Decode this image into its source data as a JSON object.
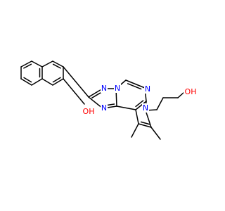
{
  "colors": {
    "background": "#ffffff",
    "bond": "#000000",
    "oxygen": "#ff0000",
    "nitrogen": "#0000ff"
  },
  "labels": {
    "naphthol_oh": "OH",
    "triazole_n_top": "N",
    "triazole_n_right": "N",
    "triazole_n_bottom": "N",
    "pyrimidine_n": "N",
    "pyrrole_n": "N",
    "propyl_oh": "OH"
  }
}
